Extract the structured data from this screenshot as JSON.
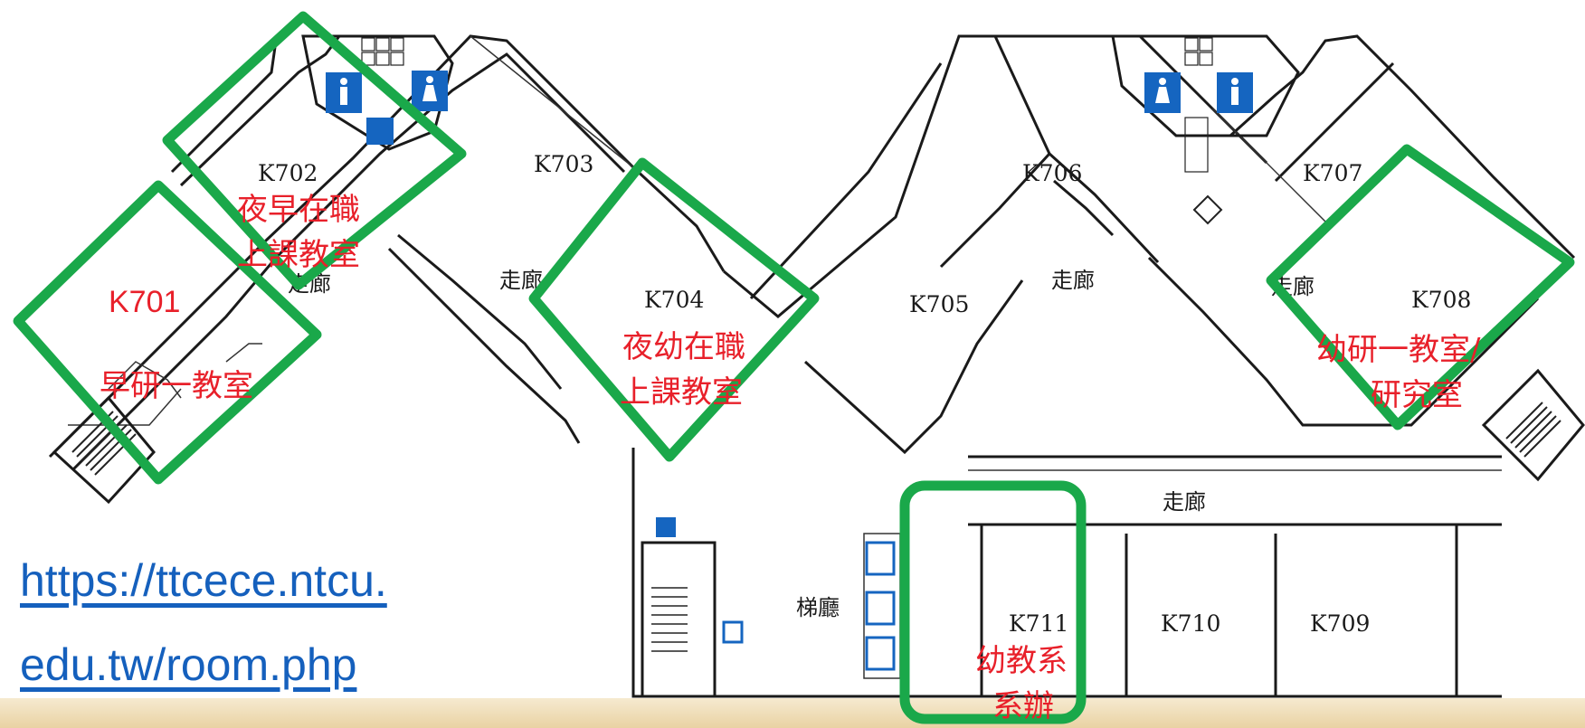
{
  "map": {
    "header_text": "",
    "rooms": {
      "k701": "K701",
      "k702": "K702",
      "k703": "K703",
      "k704": "K704",
      "k705": "K705",
      "k706": "K706",
      "k707": "K707",
      "k708": "K708",
      "k709": "K709",
      "k710": "K710",
      "k711": "K711"
    },
    "areas": {
      "corridor": "走廊",
      "elevator_hall": "梯廳"
    },
    "annotations": {
      "k702_line1": "夜早在職",
      "k702_line2": "上課教室",
      "k701_line1": "早研一教室",
      "k704_line1": "夜幼在職",
      "k704_line2": "上課教室",
      "k708_line1": "幼研一教室/",
      "k708_line2": "研究室",
      "k711_line1": "幼教系",
      "k711_line2": "系辦"
    },
    "link": {
      "line1": "https://ttcece.ntcu.",
      "line2": "edu.tw/room.php"
    },
    "colors": {
      "highlight": "#1aa84a",
      "annotation": "#e8202a",
      "link": "#1560bd",
      "restroom": "#1565c0"
    }
  }
}
